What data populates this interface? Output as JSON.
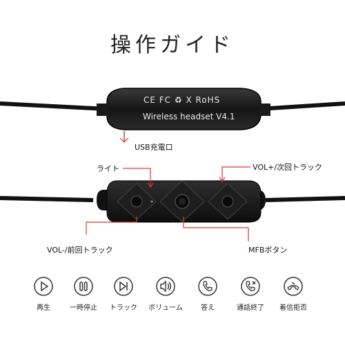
{
  "title": "操作ガイド",
  "device_top": {
    "cert_marks": "CE FC ♻ X RoHS",
    "model_text": "Wireless headset V4.1"
  },
  "callouts": {
    "usb": "USB充電口",
    "light": "ライト",
    "vol_up": "VOL+/次回トラック",
    "vol_down": "VOL-/前回トラック",
    "mfb": "MFBボタン"
  },
  "controls": [
    {
      "label": "再生",
      "icon": "play-icon"
    },
    {
      "label": "一時停止",
      "icon": "pause-icon"
    },
    {
      "label": "トラック",
      "icon": "skip-track-icon"
    },
    {
      "label": "ボリューム",
      "icon": "volume-icon"
    },
    {
      "label": "答え",
      "icon": "phone-answer-icon"
    },
    {
      "label": "通話終了",
      "icon": "phone-end-icon"
    },
    {
      "label": "着信拒否",
      "icon": "phone-reject-icon"
    }
  ],
  "colors": {
    "cable": "#111111",
    "device": "#1a1a1a",
    "icon_stroke": "#333333"
  }
}
